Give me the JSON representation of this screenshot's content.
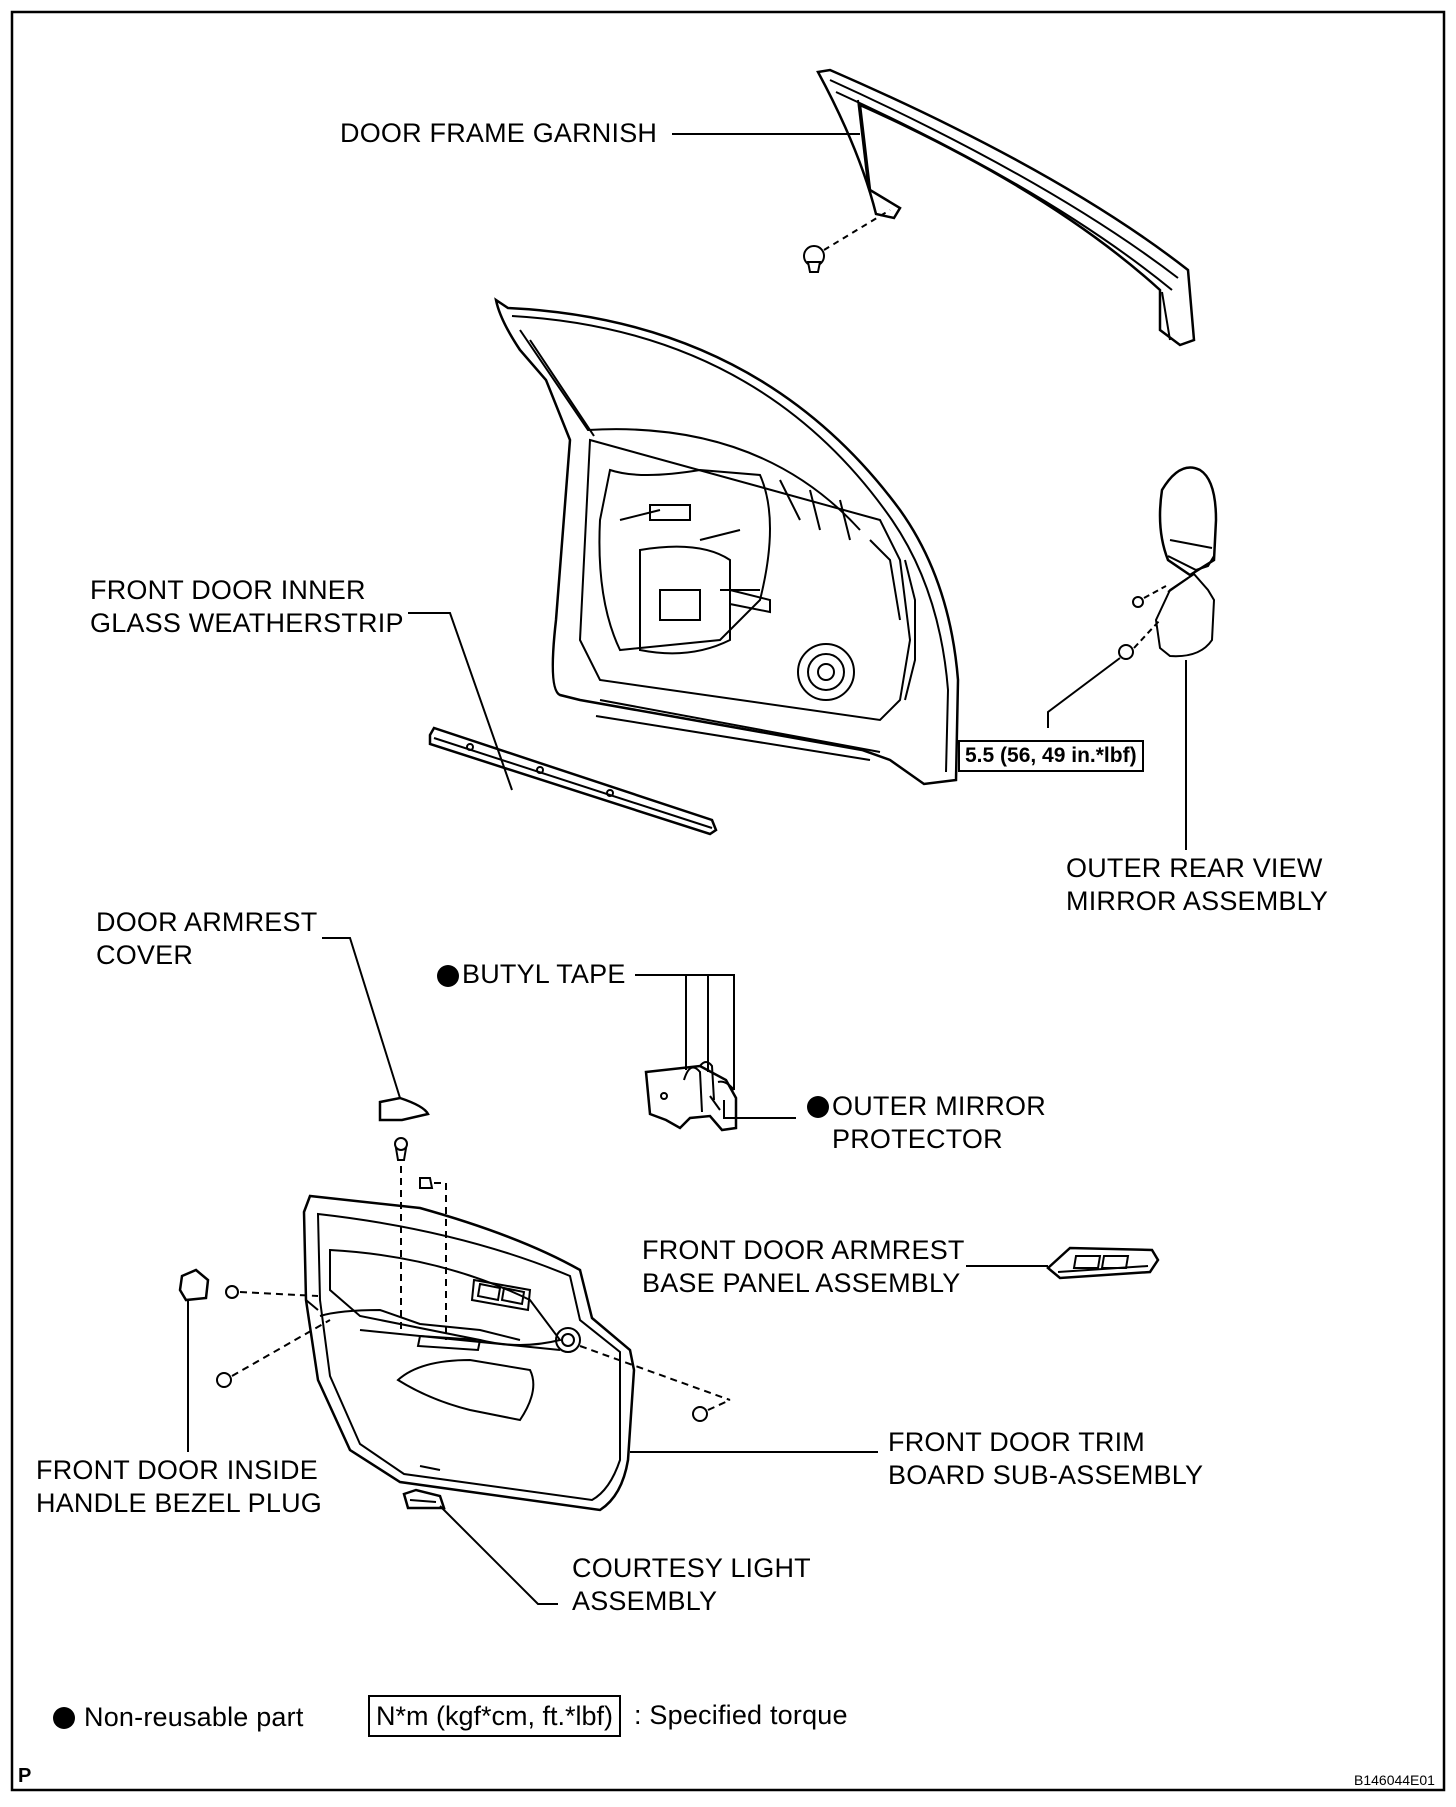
{
  "labels": {
    "door_frame_garnish": "DOOR FRAME GARNISH",
    "weatherstrip_1": "FRONT DOOR INNER",
    "weatherstrip_2": "GLASS WEATHERSTRIP",
    "mirror_1": "OUTER REAR VIEW",
    "mirror_2": "MIRROR ASSEMBLY",
    "armrest_cover_1": "DOOR ARMREST",
    "armrest_cover_2": "COVER",
    "butyl_tape": "BUTYL TAPE",
    "mirror_protector_1": "OUTER MIRROR",
    "mirror_protector_2": "PROTECTOR",
    "armrest_base_1": "FRONT DOOR ARMREST",
    "armrest_base_2": "BASE PANEL ASSEMBLY",
    "trim_board_1": "FRONT DOOR TRIM",
    "trim_board_2": "BOARD SUB-ASSEMBLY",
    "bezel_plug_1": "FRONT DOOR INSIDE",
    "bezel_plug_2": "HANDLE BEZEL PLUG",
    "courtesy_1": "COURTESY LIGHT",
    "courtesy_2": "ASSEMBLY"
  },
  "torque_value": "5.5 (56, 49 in.*lbf)",
  "legend": {
    "non_reusable": "Non-reusable part",
    "torque_format": "N*m (kgf*cm, ft.*lbf)",
    "torque_desc": ": Specified torque"
  },
  "footer": {
    "page_mark": "P",
    "figure_id": "B146044E01"
  }
}
